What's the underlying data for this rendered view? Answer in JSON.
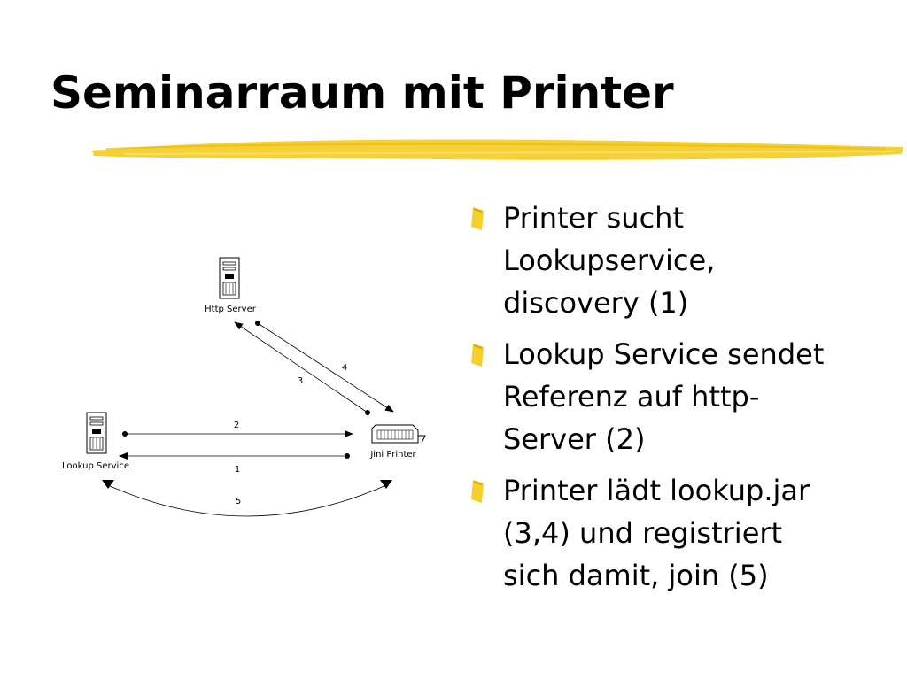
{
  "slide": {
    "title": "Seminarraum mit Printer",
    "accent_color": "#f5cf2a",
    "bullets": [
      "Printer sucht Lookupservice, discovery (1)",
      "Lookup Service sendet Referenz auf http-Server (2)",
      "Printer lädt lookup.jar (3,4) und registriert sich damit, join (5)"
    ]
  },
  "diagram": {
    "nodes": {
      "http_server": "Http Server",
      "lookup_service": "Lookup Service",
      "jini_printer": "Jini Printer"
    },
    "edge_labels": {
      "e1": "1",
      "e2": "2",
      "e3": "3",
      "e4": "4",
      "e5": "5"
    }
  }
}
